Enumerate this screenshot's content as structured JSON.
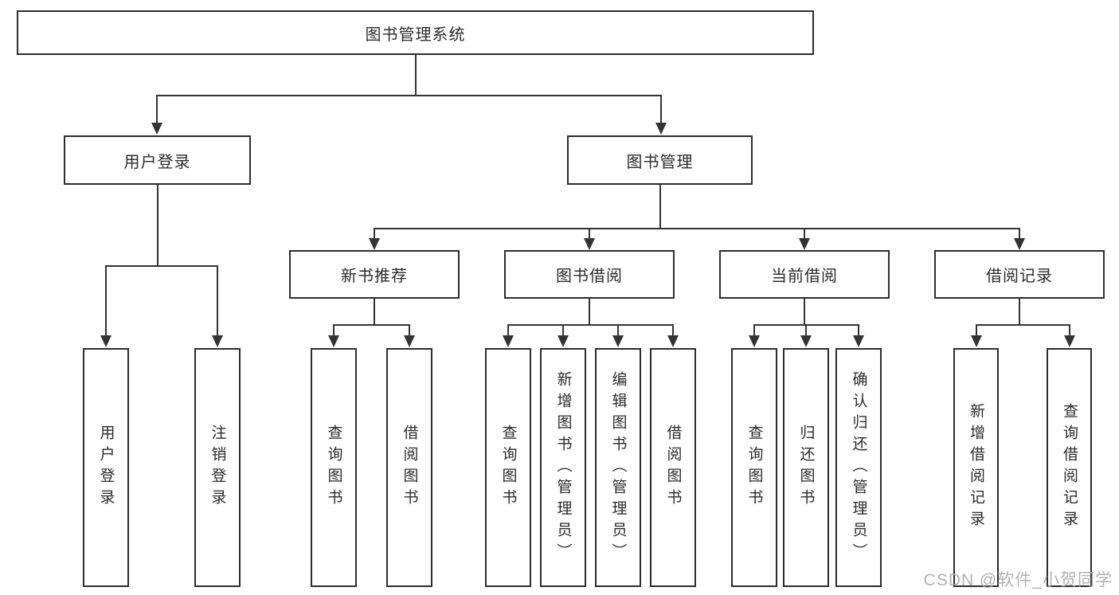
{
  "diagram": {
    "root": {
      "label": "图书管理系统"
    },
    "branches": [
      {
        "label": "用户登录",
        "children": [
          {
            "label": "用户登录"
          },
          {
            "label": "注销登录"
          }
        ]
      },
      {
        "label": "图书管理",
        "children": [
          {
            "label": "新书推荐",
            "children": [
              {
                "label": "查询图书"
              },
              {
                "label": "借阅图书"
              }
            ]
          },
          {
            "label": "图书借阅",
            "children": [
              {
                "label": "查询图书"
              },
              {
                "label": "新增图书（管理员）"
              },
              {
                "label": "编辑图书（管理员）"
              },
              {
                "label": "借阅图书"
              }
            ]
          },
          {
            "label": "当前借阅",
            "children": [
              {
                "label": "查询图书"
              },
              {
                "label": "归还图书"
              },
              {
                "label": "确认归还（管理员）"
              }
            ]
          },
          {
            "label": "借阅记录",
            "children": [
              {
                "label": "新增借阅记录"
              },
              {
                "label": "查询借阅记录"
              }
            ]
          }
        ]
      }
    ],
    "watermark": "CSDN @软件_小贺同学",
    "colors": {
      "line": "#333333",
      "box_border": "#2d2d2d",
      "text": "#2b2b2b",
      "watermark": "#aaaaaa",
      "background": "#ffffff"
    }
  }
}
